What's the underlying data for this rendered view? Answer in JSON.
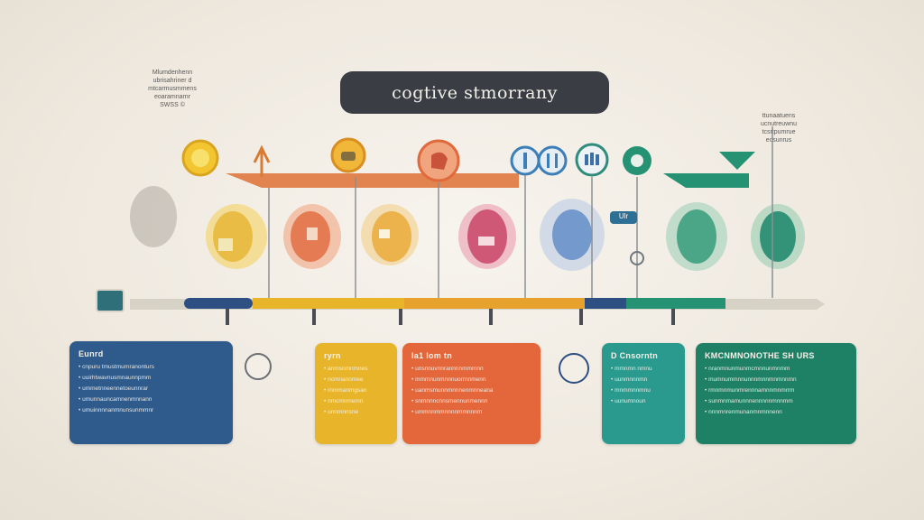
{
  "title": "cogtive stmorrany",
  "corner_left": [
    "Mlumdenhenn",
    "ubrisahriner d",
    "mtcarmusmmens",
    "eoaramnarnr",
    "SWSS ©"
  ],
  "corner_right": [
    "ttunaatuens",
    "ucnutreuwnu",
    "tcsrtpumrue",
    "ecsunrus"
  ],
  "icon_label": "Ulr",
  "colors": {
    "yellow": "#e8b52a",
    "orange": "#e3673a",
    "magenta": "#c93d63",
    "blue": "#4a7cc2",
    "green": "#249273",
    "navy": "#2e4f82",
    "dark": "#3a3d44"
  },
  "panels": [
    {
      "color": "navy",
      "heading": "Eunrd",
      "rows": [
        "cnpuru  tmustmurnranonturs",
        "uuirhtwavnusmnaunnpmm",
        "ummetnneennetoeunnrar",
        "umunnauncamnenmnnann",
        "umuinnnnanmnunsunmmnr"
      ]
    },
    {
      "color": "yellow",
      "heading": "ryrn",
      "rows": [
        "anmsnmnmnes",
        "ncmnannmee",
        "rnmmanmgsan",
        "nmcmnmemn",
        "unnmnnsne"
      ]
    },
    {
      "color": "orange",
      "heading": "Ia1  lom  tn",
      "rows": [
        "unsnnuvnnrannnnmmmnn",
        "mmmnunmnnnuorrnnmenn",
        "uanmsmunnmnnnenmnneana",
        "snmnnncnnsmennunmennn",
        "ummnnmmnnnnmmnnnm"
      ]
    },
    {
      "color": "green",
      "heading": "D  Cnsorntn",
      "rows": [
        "mmnmn  nmnu",
        "uunmnnnmn",
        "mnmmnnmnu",
        "uunumnoun"
      ]
    },
    {
      "color": "green",
      "heading": "KMCNMNONOTHE SH URS",
      "rows": [
        "nranmnunmunmcmnnunmnmm",
        "mumnummnnunnnmnnmnmnnmn",
        "rmnmnmunmrennnamnnmnmrrm",
        "sunmnmamunnnennnnnmnnmm",
        "nnnmnrenmunanmnmnnenn"
      ]
    }
  ]
}
